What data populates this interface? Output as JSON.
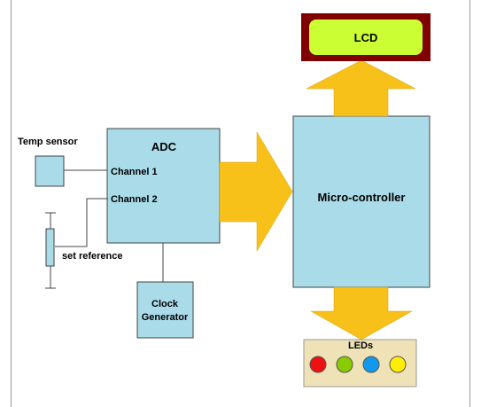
{
  "blocks": {
    "temp_sensor_label": "Temp sensor",
    "adc": {
      "title": "ADC",
      "channel1": "Channel 1",
      "channel2": "Channel 2"
    },
    "set_reference_label": "set reference",
    "clock": {
      "line1": "Clock",
      "line2": "Generator"
    },
    "microcontroller": "Micro-controller",
    "lcd": "LCD",
    "leds": {
      "title": "LEDs",
      "colors": [
        "#ee1111",
        "#88cc00",
        "#1199ee",
        "#ffee00"
      ]
    }
  },
  "colors": {
    "block_fill": "#a9dbe9",
    "arrow_fill": "#f7c11a",
    "lcd_outer": "#800000",
    "lcd_inner": "#ccff33",
    "leds_panel": "#eee2b6"
  }
}
